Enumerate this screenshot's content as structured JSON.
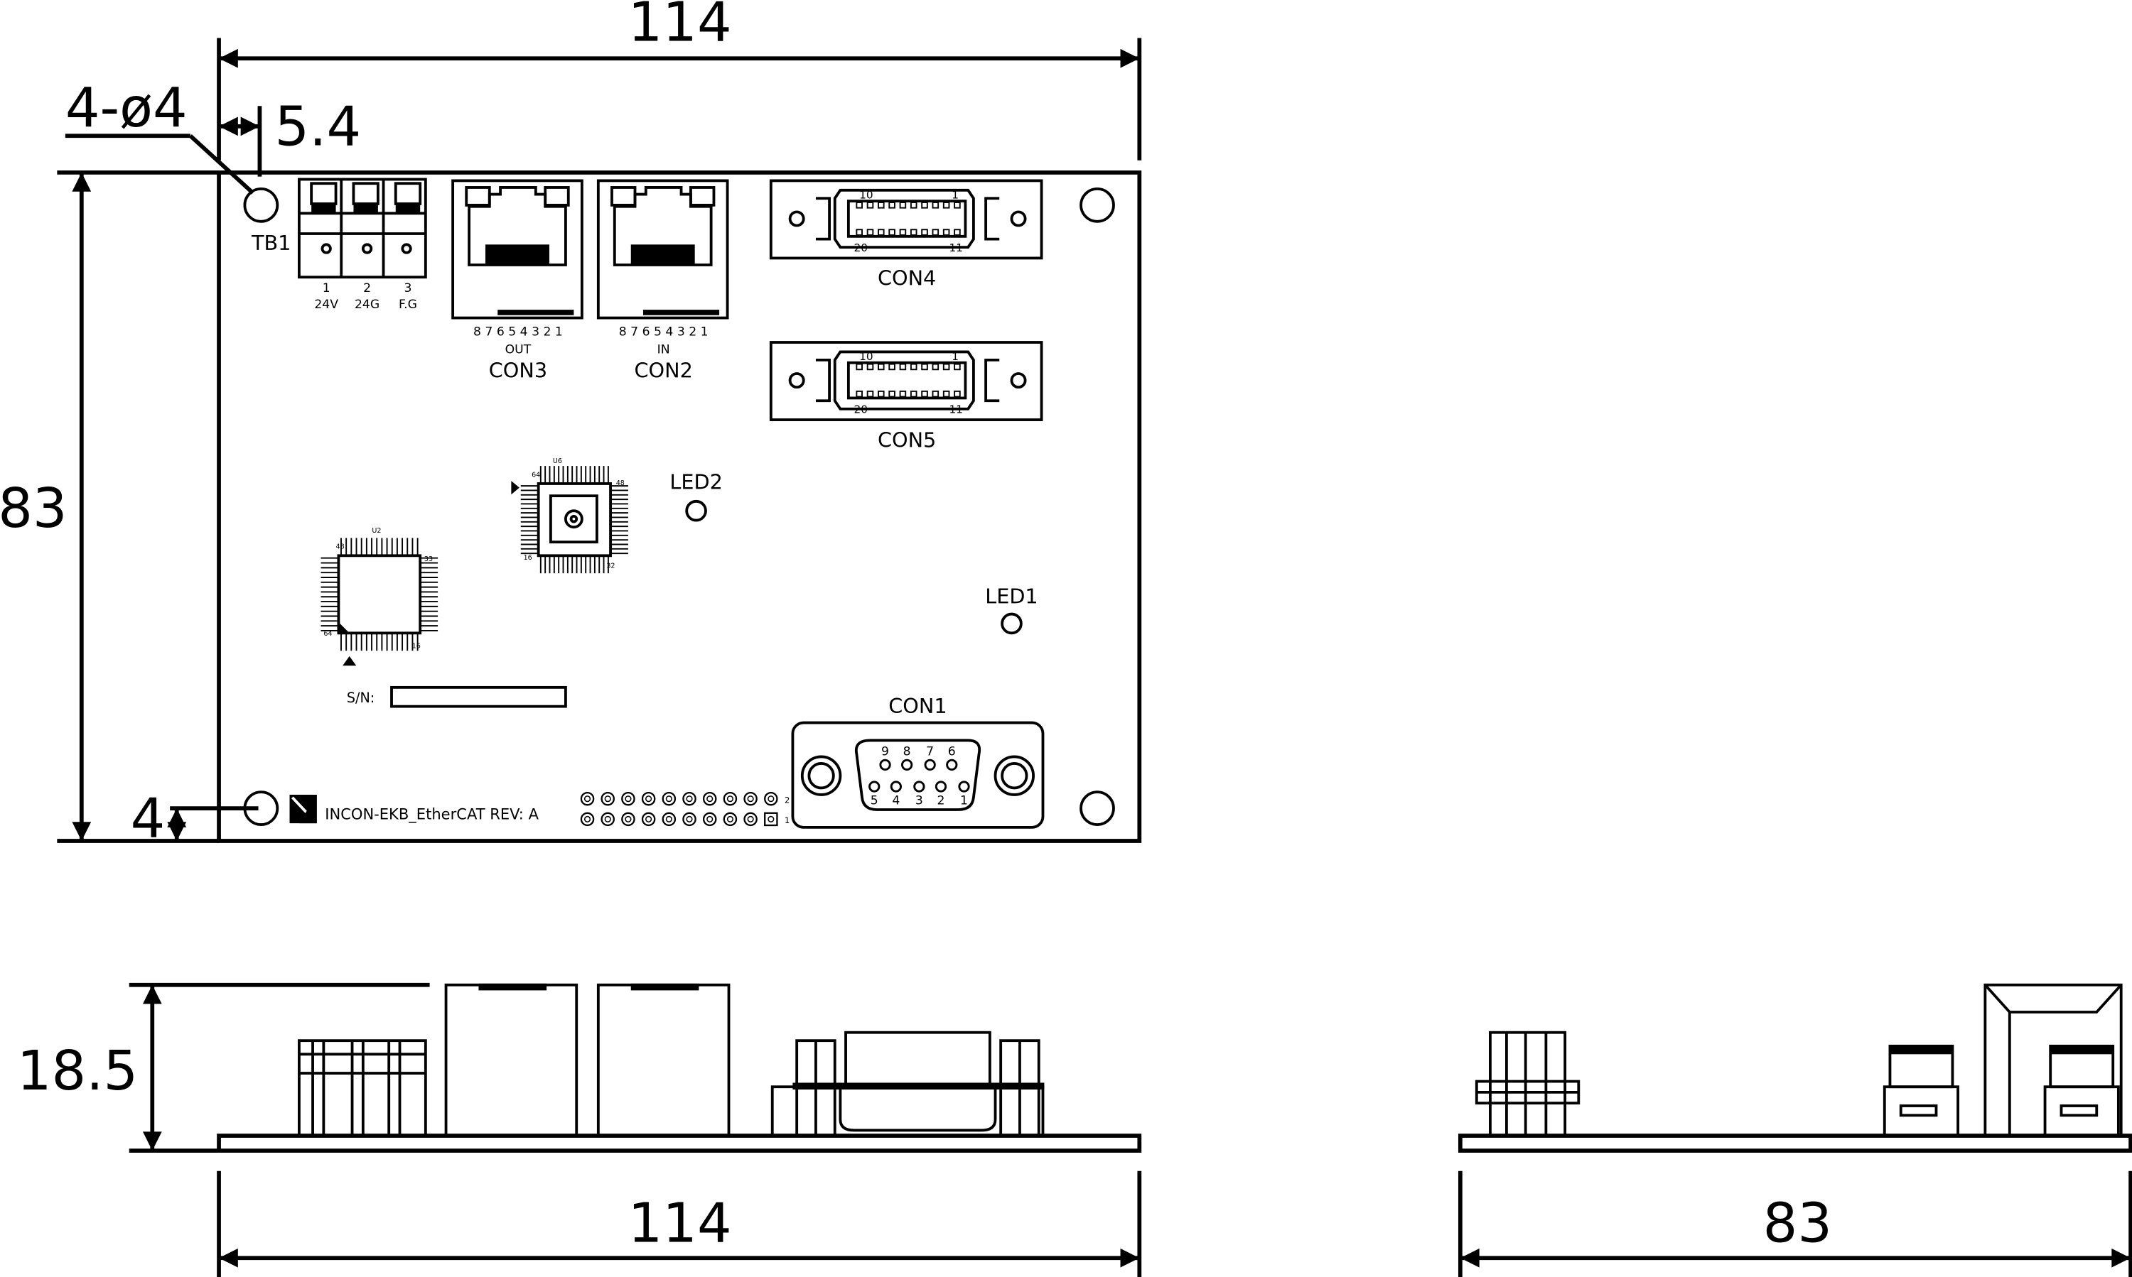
{
  "dimensions": {
    "top_width": "114",
    "holes": "4-ø4",
    "hole_offset_x": "5.4",
    "height": "83",
    "hole_offset_y": "4",
    "side_height": "18.5",
    "front_width": "114",
    "side_width": "83"
  },
  "labels": {
    "tb1": "TB1",
    "tb1_pins": [
      "1",
      "2",
      "3"
    ],
    "tb1_names": [
      "24V",
      "24G",
      "F.G"
    ],
    "rj_pins": "8 7 6 5 4 3 2 1",
    "con3_sub": "OUT",
    "con3": "CON3",
    "con2_sub": "IN",
    "con2": "CON2",
    "con4": "CON4",
    "con5": "CON5",
    "con_pin_10": "10",
    "con_pin_1": "1",
    "con_pin_20": "20",
    "con_pin_11": "11",
    "led2": "LED2",
    "led1": "LED1",
    "con1": "CON1",
    "db9_top_pins": [
      "9",
      "8",
      "7",
      "6"
    ],
    "db9_bottom_pins": [
      "5",
      "4",
      "3",
      "2",
      "1"
    ],
    "sn": "S/N:",
    "board_name": "INCON-EKB_EtherCAT REV: A",
    "u2": "U2",
    "u2_pin_48": "48",
    "u2_pin_33": "33",
    "u2_pin_64": "64",
    "u2_pin_16": "16",
    "u6": "U6",
    "u6_pin_64": "64",
    "u6_pin_48": "48",
    "u6_pin_16": "16",
    "u6_pin_32": "32",
    "header_pin_2": "2",
    "header_pin_1": "1"
  },
  "colors": {
    "line": "#000000",
    "background": "#ffffff"
  }
}
